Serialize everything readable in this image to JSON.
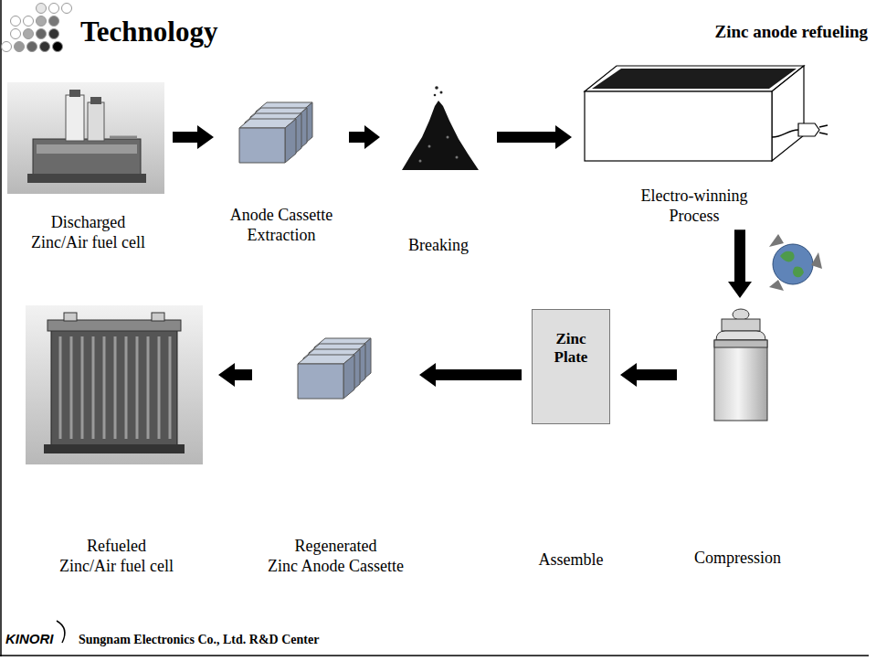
{
  "diagram": {
    "title": "Technology",
    "nodes": [
      {
        "text": [
          "Discharged Zinc/Air fuel cell"
        ]
      },
      {
        "text": [
          "Anode Cassette Extraction"
        ]
      },
      {
        "text": [
          "Breaking"
        ]
      },
      {
        "text": [
          "Electro-winning Process"
        ]
      },
      {
        "text": [
          "Compression"
        ]
      },
      {
        "text": [
          "Zinc Plate",
          "Assemble"
        ]
      },
      {
        "text": [
          "Regenerated Zinc Anode Cassette"
        ]
      },
      {
        "text": [
          "Refueled Zinc/Air fuel cell"
        ]
      }
    ],
    "edges": [
      {
        "from": 0,
        "to": 1,
        "arrow": "to"
      },
      {
        "from": 1,
        "to": 2,
        "arrow": "to"
      },
      {
        "from": 2,
        "to": 3,
        "arrow": "to"
      },
      {
        "from": 3,
        "to": 4,
        "arrow": "to"
      },
      {
        "from": 4,
        "to": 5,
        "arrow": "to"
      },
      {
        "from": 5,
        "to": 6,
        "arrow": "to"
      },
      {
        "from": 6,
        "to": 7,
        "arrow": "to"
      }
    ],
    "labels": [
      "Zinc anode refueling",
      "KINORI",
      "Sungnam Electronics Co., Ltd. R&D Center"
    ]
  }
}
